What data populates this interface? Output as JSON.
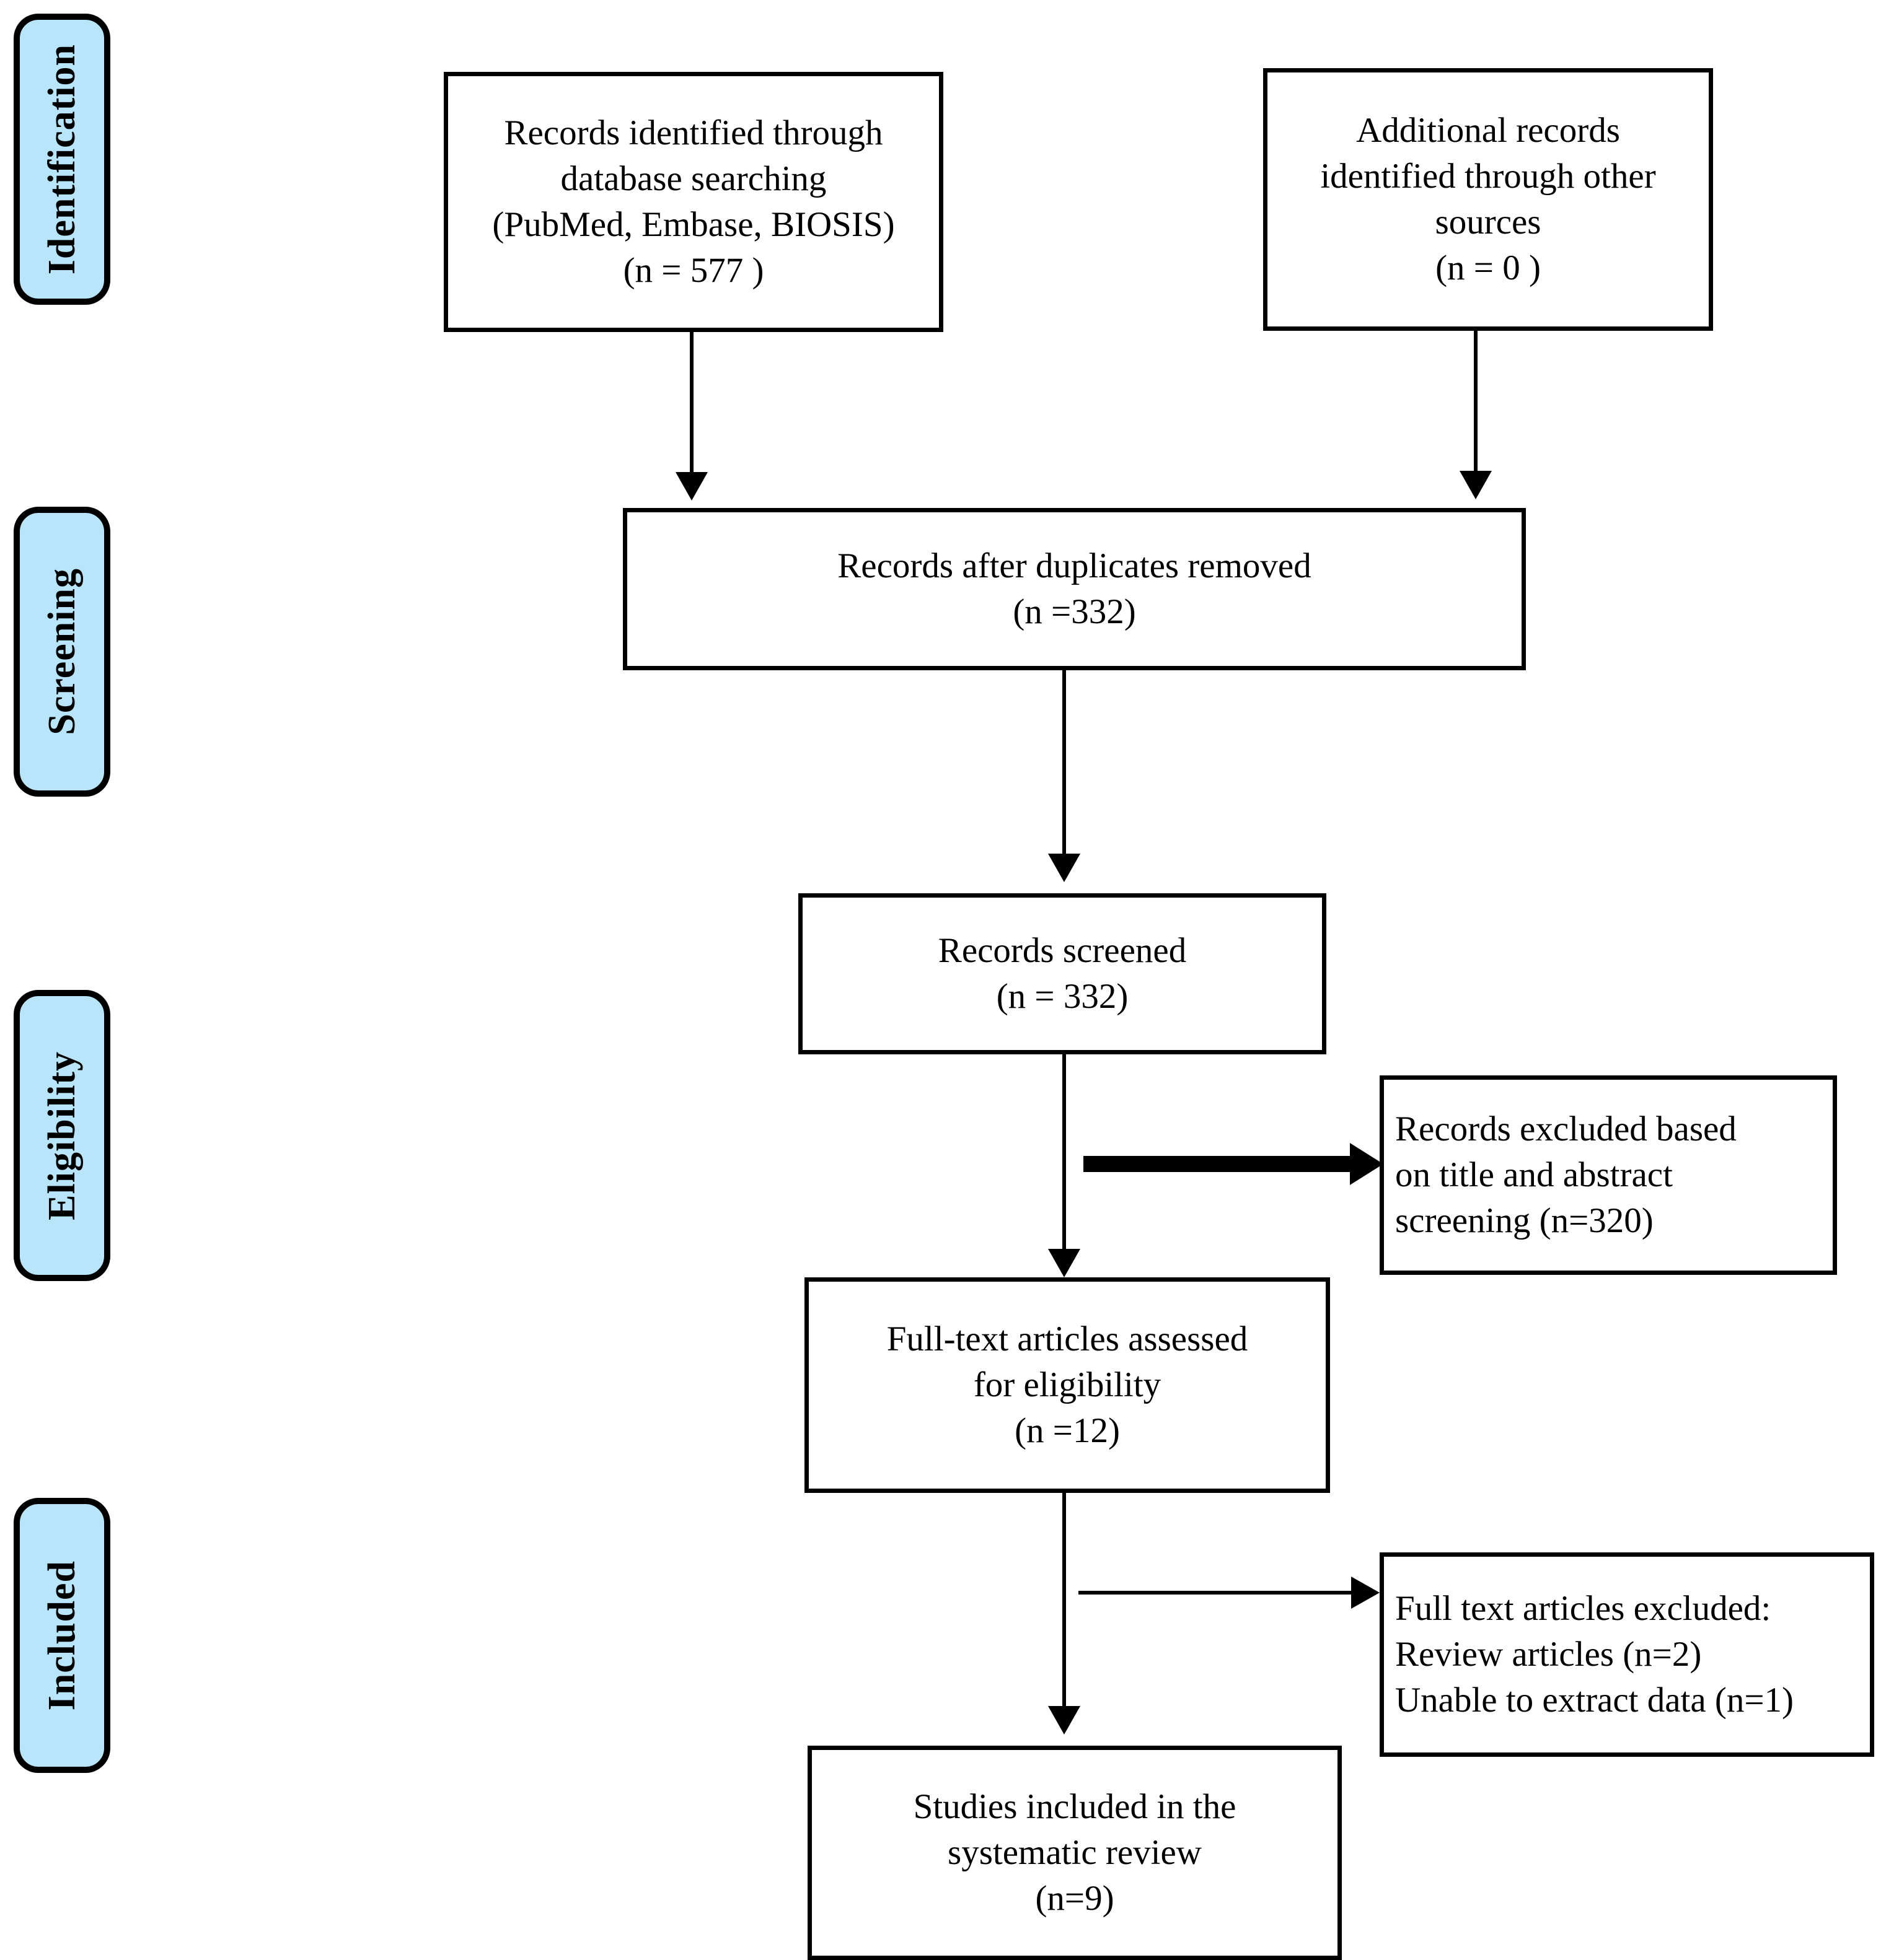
{
  "diagram": {
    "title": "PRISMA flow diagram",
    "accent_color": "#b9e5fb",
    "line_color": "#000000",
    "stages": [
      {
        "id": "identification",
        "label": "Identification"
      },
      {
        "id": "screening",
        "label": "Screening"
      },
      {
        "id": "eligibility",
        "label": "Eligibility"
      },
      {
        "id": "included",
        "label": "Included"
      }
    ],
    "boxes": {
      "records_identified": {
        "text": "Records identified through\ndatabase searching\n(PubMed, Embase, BIOSIS)\n(n =  577 )",
        "n": 577
      },
      "additional_records": {
        "text": "Additional records\nidentified through other\nsources\n(n =  0 )",
        "n": 0
      },
      "after_duplicates": {
        "text": "Records after duplicates removed\n(n =332)",
        "n": 332
      },
      "records_screened": {
        "text": "Records screened\n(n = 332)",
        "n": 332
      },
      "records_excluded": {
        "text": "Records excluded based\non title and abstract\nscreening (n=320)",
        "n": 320
      },
      "fulltext_assessed": {
        "text": "Full-text articles assessed\nfor eligibility\n(n =12)",
        "n": 12
      },
      "fulltext_excluded": {
        "text": "Full text articles excluded:\nReview articles (n=2)\nUnable to extract data (n=1)",
        "review_articles_n": 2,
        "unable_to_extract_n": 1
      },
      "studies_included": {
        "text": "Studies included in the\nsystematic review\n(n=9)",
        "n": 9
      }
    }
  },
  "chart_data": {
    "type": "diagram",
    "title": "PRISMA flow diagram",
    "nodes": [
      {
        "id": "records_identified",
        "stage": "Identification",
        "label": "Records identified through database searching (PubMed, Embase, BIOSIS)",
        "n": 577
      },
      {
        "id": "additional_records",
        "stage": "Identification",
        "label": "Additional records identified through other sources",
        "n": 0
      },
      {
        "id": "after_duplicates",
        "stage": "Screening",
        "label": "Records after duplicates removed",
        "n": 332
      },
      {
        "id": "records_screened",
        "stage": "Screening",
        "label": "Records screened",
        "n": 332
      },
      {
        "id": "records_excluded",
        "stage": "Eligibility",
        "label": "Records excluded based on title and abstract screening",
        "n": 320
      },
      {
        "id": "fulltext_assessed",
        "stage": "Eligibility",
        "label": "Full-text articles assessed for eligibility",
        "n": 12
      },
      {
        "id": "fulltext_excluded",
        "stage": "Included",
        "label": "Full text articles excluded: Review articles (n=2); Unable to extract data (n=1)",
        "n": 3
      },
      {
        "id": "studies_included",
        "stage": "Included",
        "label": "Studies included in the systematic review",
        "n": 9
      }
    ],
    "edges": [
      {
        "from": "records_identified",
        "to": "after_duplicates"
      },
      {
        "from": "additional_records",
        "to": "after_duplicates"
      },
      {
        "from": "after_duplicates",
        "to": "records_screened"
      },
      {
        "from": "records_screened",
        "to": "records_excluded"
      },
      {
        "from": "records_screened",
        "to": "fulltext_assessed"
      },
      {
        "from": "fulltext_assessed",
        "to": "fulltext_excluded"
      },
      {
        "from": "fulltext_assessed",
        "to": "studies_included"
      }
    ]
  }
}
